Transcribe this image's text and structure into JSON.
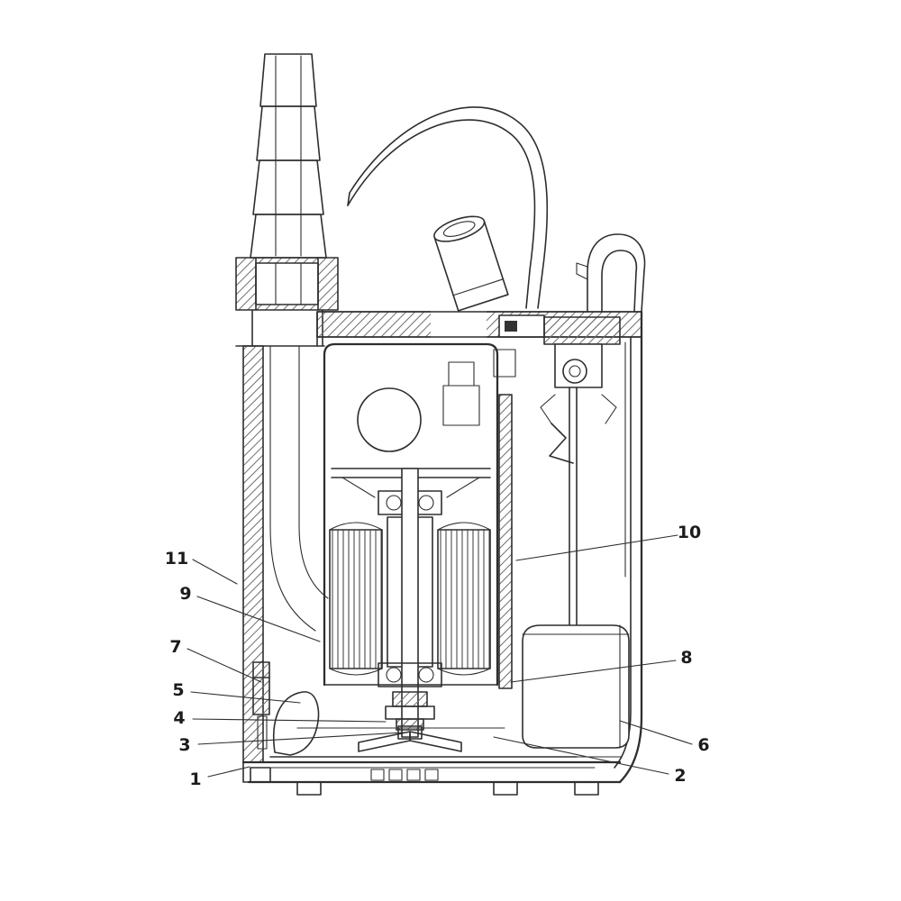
{
  "figure": {
    "kind": "technical sectional line drawing",
    "subject": "Submersible pump cross-section with numbered part callouts",
    "background_color": "#ffffff",
    "line_color": "#2e2e2e"
  },
  "callouts": [
    {
      "label": "1"
    },
    {
      "label": "2"
    },
    {
      "label": "3"
    },
    {
      "label": "4"
    },
    {
      "label": "5"
    },
    {
      "label": "6"
    },
    {
      "label": "7"
    },
    {
      "label": "8"
    },
    {
      "label": "9"
    },
    {
      "label": "10"
    },
    {
      "label": "11"
    }
  ]
}
